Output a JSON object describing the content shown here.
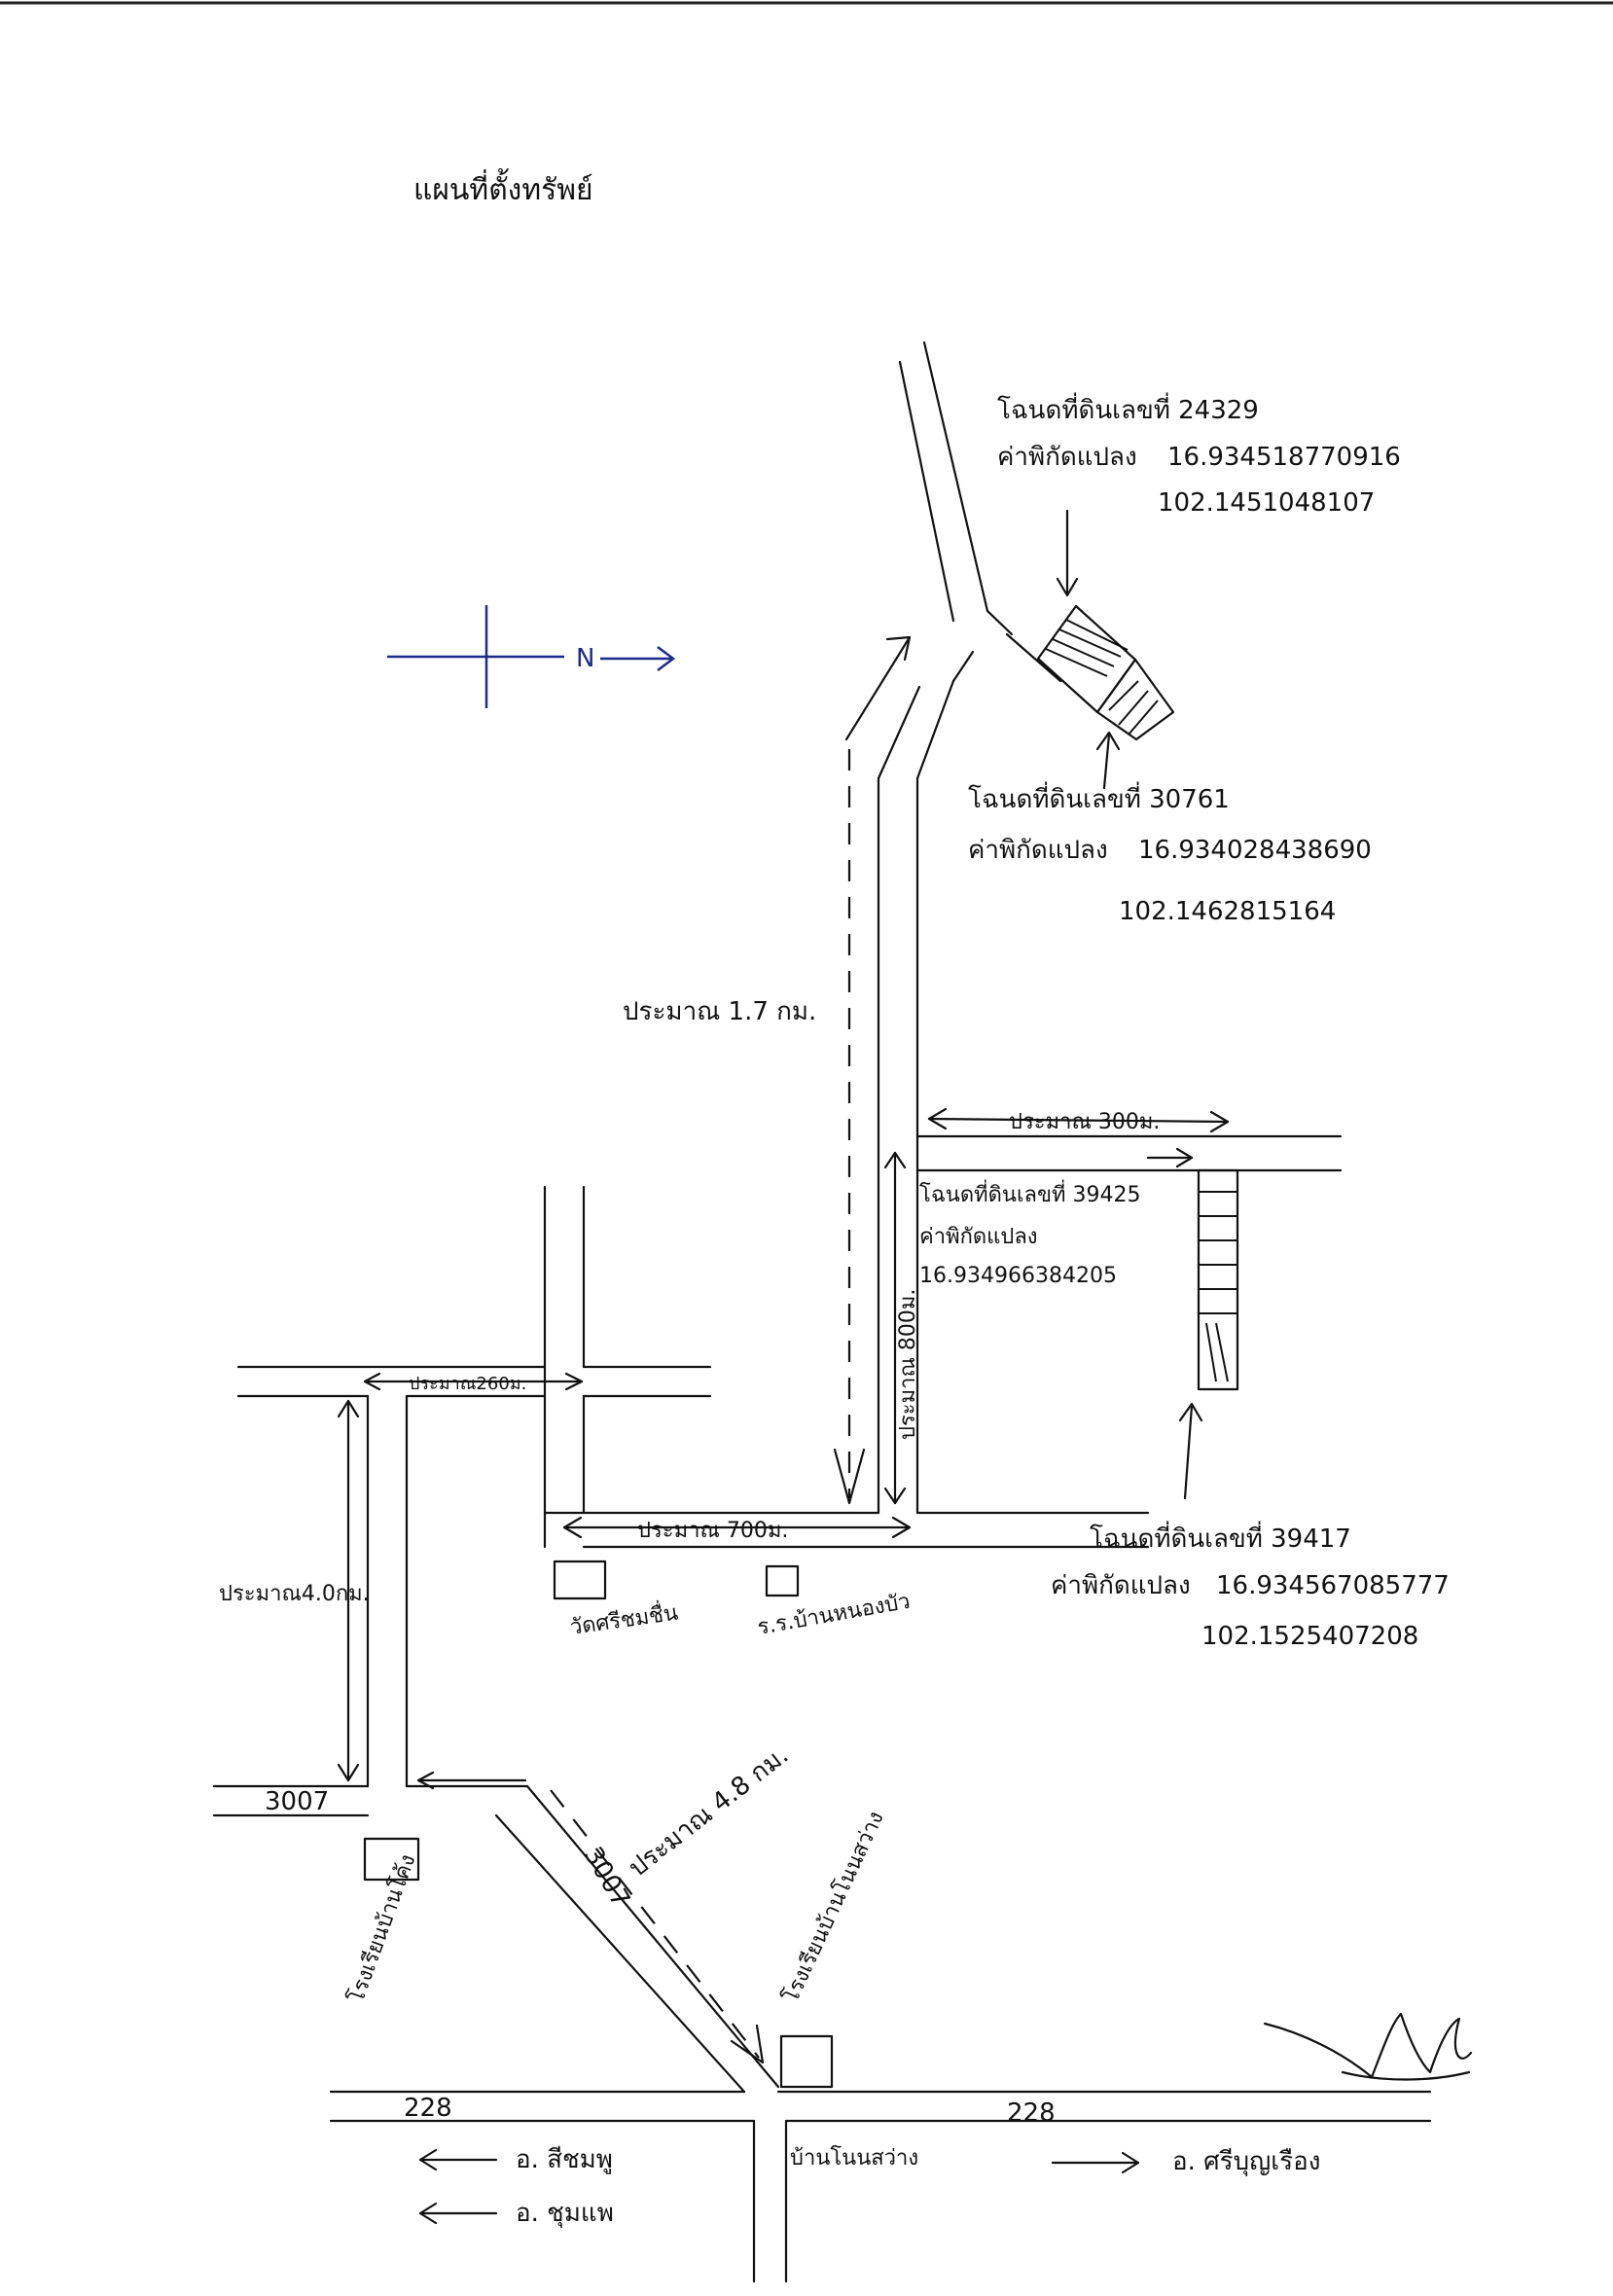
{
  "title": "แผนที่ตั้งทรัพย์",
  "compass": {
    "north": "N"
  },
  "parcels": [
    {
      "label": "โฉนดที่ดินเลขที่ 24329",
      "coord_label": "ค่าพิกัดแปลง",
      "lat": "16.934518770916",
      "lon": "102.1451048107"
    },
    {
      "label": "โฉนดที่ดินเลขที่ 30761",
      "coord_label": "ค่าพิกัดแปลง",
      "lat": "16.934028438690",
      "lon": "102.1462815164"
    },
    {
      "label": "โฉนดที่ดินเลขที่ 39425",
      "coord_label": "ค่าพิกัดแปลง",
      "lat": "16.934966384205",
      "lon": ""
    },
    {
      "label": "โฉนดที่ดินเลขที่ 39417",
      "coord_label": "ค่าพิกัดแปลง",
      "lat": "16.934567085777",
      "lon": "102.1525407208"
    }
  ],
  "distances": {
    "d_1_7km": "ประมาณ 1.7 กม.",
    "d_300m": "ประมาณ 300ม.",
    "d_800m": "ประมาณ 800ม.",
    "d_700m": "ประมาณ 700ม.",
    "d_260m": "ประมาณ260ม.",
    "d_4km": "ประมาณ4.0กม.",
    "d_4_8km": "ประมาณ 4.8 กม."
  },
  "landmarks": {
    "temple": "วัดศรีชมชื่น",
    "school_nongbua": "ร.ร.บ้านหนองบัว",
    "school_bankho": "โรงเรียนบ้านโค้ง",
    "school_nongsawang": "โรงเรียนบ้านโนนสว่าง",
    "village": "บ้านโนนสว่าง"
  },
  "roads": {
    "r3007": "3007",
    "r228": "228"
  },
  "directions": {
    "a_chumphae": "อ. ชุมแพ",
    "a_sichomphu": "อ. สีชมพู",
    "a_sibunrueang": "อ. ศรีบุญเรือง"
  }
}
